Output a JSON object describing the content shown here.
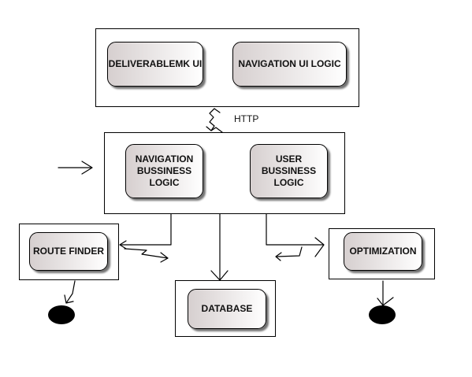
{
  "ui_layer": {
    "deliverable_ui": "DELIVERABLEMK UI",
    "navigation_ui_logic": "NAVIGATION UI LOGIC"
  },
  "http_label": "HTTP",
  "business_layer": {
    "navigation_business_logic": "NAVIGATION\nBUSSINESS\nLOGIC",
    "user_business_logic": "USER\nBUSSINESS\nLOGIC"
  },
  "route_finder": "ROUTE FINDER",
  "optimization": "OPTIMIZATION",
  "database": "DATABASE"
}
